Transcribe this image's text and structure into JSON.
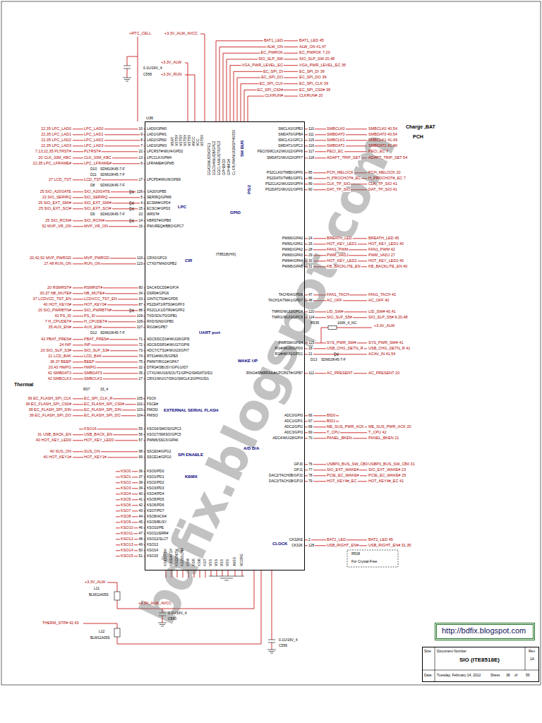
{
  "diagram": {
    "nodes": [
      {
        "text": [
          "U36",
          "IT8518(HX)"
        ]
      },
      {
        "text": [
          "http://bdfix.blogspot.com"
        ]
      },
      {
        "text": [
          "Size",
          "Document Number",
          "SIO (ITE8518E)",
          "Rev",
          "1A",
          "Date:",
          "Tuesday, February 14, 2012",
          "Sheet",
          "38",
          "of",
          "55"
        ]
      }
    ],
    "labels": [
      "+RTC_CELL",
      "+3.3V_ALW_AVCC",
      "+3.3V_ALW",
      "0.1U/16V_4",
      "C558",
      "+3.3V_RUN",
      "BAT1_LED",
      "ALW_ON",
      "EC_PWROK",
      "SIO_SLP_SW",
      "VGA_PWR_LEVEL_EC",
      "EC_SPI_DI",
      "EC_SPI_DO",
      "EC_SPI_CLK",
      "EC_SPI_CS0#",
      "CLKRUN#",
      "BAT1_LED 45",
      "ALW_ON 41,47",
      "EC_PWROK 7,20",
      "SIO_SLP_SW 20,48",
      "VGA_PWR_LEVEL_EC 35",
      "EC_SPI_DI 39",
      "EC_SPI_DO 39",
      "EC_SPI_CLK 39",
      "EC_SPI_CS0# 39",
      "CLKRUN# 20",
      "VBAT",
      "VSTBY",
      "VSTBY",
      "VSTBY",
      "VSTBY",
      "AVCC",
      "VCC",
      "VSTBY",
      "EGAD/WUI25/GPE1",
      "EGCS#/WUI26/GPE2",
      "EGCLK/WUI27/GPE3",
      "GPH3/ID3",
      "GPH4/ID4",
      "CLKRUN#/WUI16/GPH0/ID0",
      "22,35 LPC_LAD0",
      "22,35 LPC_LAD1",
      "22,35 LPC_LAD2",
      "22,35 LPC_LAD3",
      "7,13,22,35 PLTRST#",
      "20 CLK_33M_KBC",
      "22,35 LPC_LFRAME#",
      "27 LCD_TST",
      "25 SIO_A20GATE",
      "22 SIO_SERIRQ",
      "25 SIO_EXT_SMI#",
      "25 SIO_EXT_SCI#",
      "25 SIO_RCIN#",
      "52 MVP_VR_ON",
      "LPC_LAD0",
      "LPC_LAD1",
      "LPC_LAD2",
      "LPC_LAD3",
      "PLTRST#",
      "CLK_33M_KBC",
      "LPC_LFRAME#",
      "LCD_TST",
      "SIO_A20GATE",
      "SIO_SERIRQ",
      "SIO_EXT_SMI#",
      "SIO_EXT_SCI#",
      "SIO_RCIN#",
      "MVP_VR_ON",
      "10",
      "9",
      "8",
      "7",
      "22",
      "13",
      "6",
      "17",
      "126",
      "5",
      "4",
      "15",
      "23",
      "14",
      "16",
      "LAD0/GPM0",
      "LAD1/GPM1",
      "LAD2/GPM2",
      "LAD3/GPM3",
      "LPCRST#/WUI4/GPD2",
      "LPCCLK/GPM4",
      "LFRAME#/GPM5",
      "LPCPD#/WUI6/GPE6",
      "GA20/GPB5",
      "SERIRQ/GPM6",
      "ECSMI#/GPD4",
      "ECSCI#/GPD3",
      "WRST#",
      "KBRST#/GPB6",
      "PWUREQ#/BBO/GPC7",
      "D10",
      "SDM10K45-7-F",
      "D11",
      "SDM10K45-7-F",
      "D8",
      "SDM10K45-7-F",
      "D9",
      "SDM10K45-7-F",
      "20,42,52 MVP_PWRGD",
      "27,48 RUN_ON",
      "MVP_PWRGD",
      "RUN_ON",
      "119",
      "123",
      "CRX0/GPC0",
      "CTX0/TMA0/GPB2",
      "20 RSMRST#",
      "30,37 NB_MUTE#",
      "37 LCDVCC_TST_EN",
      "40 HOT_KEY0#",
      "20 SIO_PWRBTN#",
      "42 PS_ID",
      "7 H_CPUDET#",
      "35 AUX_EN#",
      "42 PBAT_PRES#",
      "24 INP",
      "20 SIO_SLP_S3#",
      "21 LCD_BAK",
      "36,37 BEEP",
      "20,43 HWPG",
      "42 SMBDAT3",
      "42 SMBCLK3",
      "RSMRST#",
      "NB_MUTE#",
      "LCDVCC_TST_EN",
      "HOT_KEY0#",
      "SIO_PWRBTN#",
      "PS_ID",
      "H_CPUDET#",
      "AUX_EN#",
      "PBAT_PRES#",
      "INP",
      "SIO_SLP_S3#",
      "LCD_BAK",
      "BEEP",
      "HWPG",
      "SMBDAT3",
      "SMBCLK3",
      "80",
      "34",
      "33",
      "87",
      "88",
      "109",
      "108",
      "107",
      "71",
      "72",
      "73",
      "74",
      "75",
      "32",
      "35",
      "27",
      "DAC4/DCD0#/GPJ4",
      "DSR0#/GPG6",
      "GINT/CTS0#/GPD5",
      "PS2DAT1/RTS0#/GPF3",
      "PS2CLK1/DTR0#/GPF2",
      "TXD/SOUT0/GPB1",
      "RXD/SIN0/GPB0",
      "RIG0#/GPB7",
      "ADC5/DCD1#/WUI26/GPI5",
      "ADC6/DSR1#/WUI27/GPI6",
      "ADC7/CTS1#/WUI23/GPI7",
      "RTS1#/WUI5/GPE5",
      "PWM7/RIG1#/GPA7",
      "DTR1#/SBUSY/GPG1/ID7",
      "CTX1/WUI16/SOUT1/GPH2/SMDAT3/ID2",
      "CRX1/WUI17/SIN1/SMCLK3/GPH1/ID1",
      "D12",
      "SDM10K45-7-F",
      "Thermal",
      "R37",
      "33_4",
      "39 EC_FLASH_SPI_CLK",
      "39 EC_FLASH_SPI_CS0#",
      "39 EC_FLASH_SPI_DIN",
      "39 EC_FLASH_SPI_DO",
      "EC_SPI_CLK_R",
      "EC_FLASH_SPI_CS0#",
      "EC_FLASH_SPI_DIN",
      "EC_FLASH_SPI_DO",
      "105",
      "102",
      "103",
      "104",
      "FSCK",
      "FSCE#",
      "FMOSI",
      "FMISO",
      "31 USB_BACK_EN",
      "40 HOT_KEY_LED0",
      "KSO16",
      "USB_BACK_EN",
      "HOT_KEY_LED0",
      "55",
      "56",
      "57",
      "KSO16/SMOSI/GPC3",
      "KSO17/SMISO/GPC5",
      "PWM6/SSCK/GPA6",
      "40 SUS_ON",
      "40 HOT_KEY1#",
      "SUS_ON",
      "HOT_KEY1#",
      "98",
      "99",
      "SSCE0#/GPG2",
      "SSCE1#/GPG0",
      "KSO0",
      "KSO1",
      "KSO2",
      "KSO3",
      "KSO4",
      "KSO5",
      "KSO6",
      "KSO7",
      "KSO8",
      "KSO9",
      "KSO10",
      "KSO11",
      "KSO12",
      "KSO13",
      "KSO14",
      "KSO15",
      "36",
      "37",
      "38",
      "39",
      "40",
      "41",
      "42",
      "43",
      "44",
      "45",
      "46",
      "47",
      "48",
      "49",
      "50",
      "51",
      "KSO0/PD0",
      "KSO1/PD1",
      "KSO2/PD2",
      "KSO3/PD3",
      "KSO4/PD4",
      "KSO5/PD5",
      "KSO6/PD6",
      "KSO7/PD7",
      "KSO8/ACK#",
      "KSO9/BUSY",
      "KSO10/PE",
      "KSO11/ERR#",
      "KSO12/SLCT",
      "KSO13",
      "KSO14",
      "KSO15",
      "KSI0/STB#",
      "KSI1/AFD#",
      "KSI2/INIT#",
      "KSI3/SLIN#",
      "KSI4",
      "KSI5",
      "KSI6",
      "KSI7",
      "VSS",
      "VSS",
      "VSS",
      "VSS",
      "AVSS",
      "VCORE",
      "+3.3V_ALW",
      "L11",
      "BLM11A05S",
      "+3.3V_ALW_AVCC",
      "0.1U/16V_4",
      "C560",
      "THERM_STP# 42,43",
      "L12",
      "BLM11A05S",
      "0.1U/16V_4",
      "C556",
      "SMCLK0/GPB3",
      "SMDAT0/GPB4",
      "SMCLK1/GPC1",
      "SMDAT1/GPC2",
      "PECI/SMCLK2/WUI22/GPF6",
      "SMDAT2/WUI23/GPF7",
      "110",
      "111",
      "115",
      "116",
      "117",
      "118",
      "SMBCLK0",
      "SMBDAT0",
      "SMBCLK1",
      "SMBDAT1",
      "PECI_EC",
      "ADAPT_TRIP_SET",
      "SMBCLK0 40,54",
      "SMBDAT0 40,54",
      "SMBCLK1 41,49",
      "SMBDAT1 41,49",
      "PECI_EC 7",
      "ADAPT_TRIP_SET 54",
      "Charge ,BAT",
      "PCH",
      "PS2CLK0/TMB0/GPF0",
      "PS2DAT0/TMB1/GPF1",
      "PS2CLK2/WUI20/GPF4",
      "PS2DAT2/WUI21/GPF5",
      "85",
      "86",
      "89",
      "90",
      "PCH_MELOCK",
      "H_PROCHOT#_EC",
      "CLK_TP_SIO",
      "DAT_TP_SIO",
      "PCH_MELOCK 20",
      "H_PROCHOT#_EC 7",
      "CLK_TP_SIO 41",
      "DAT_TP_SIO 41",
      "PWM0/GPA0",
      "PWM1/GPA1",
      "PWM2/GPA2",
      "PWM3/GPA3",
      "PWM4/GPA4",
      "PWM5/GPA5",
      "24",
      "25",
      "28",
      "29",
      "30",
      "31",
      "BREATH_LED",
      "HOT_KEY_LED1",
      "FAN1_PWM",
      "PWM_VADJ",
      "HOT_KEY_LED2",
      "KB_BACKLITE_EN",
      "BREATH_LED 45",
      "HOT_KEY_LED1 40",
      "FAN1_PWM 42",
      "PWM_VADJ 27",
      "HOT_KEY_LED2 40",
      "KB_BACKLITE_EN 40",
      "TACH0A/GPD6",
      "TACH1A/TMA1/GPD7",
      "47",
      "48",
      "FAN1_TACH",
      "AC_OFF",
      "FAN1_TACH 42",
      "AC_OFF 40",
      "TMRI0/WUI2/GPC4",
      "TMRI1/WUI3/GPC6",
      "120",
      "124",
      "LID_SW#",
      "SIO_SLP_S5#",
      "LID_SW# 40,41",
      "SIO_SLP_S5# 9,20,48",
      "R535",
      "100K_4_NC",
      "+3.3V_ALW",
      "PWRSW/GPE4",
      "RI1#/WUI0/GPD0",
      "RI2#/WUI1/GPD1",
      "125",
      "18",
      "21",
      "SYS_PWR_SW#",
      "USB_CHG_DETN_R",
      "SYS_PWR_SW# 41",
      "USB_CHG_DETN_R 41",
      "ACAV_IN 41,54",
      "D13",
      "SDM10K45-7-F",
      "RING#/PWRFAIL#/LPCRST#/GPB7",
      "112",
      "AC_PRESENT",
      "AC_PRESENT 20",
      "ADC0/GPI0",
      "ADC1/GPI1",
      "ADC2/GPI2",
      "ADC3/GPI3",
      "ADC4/WUI28/GPI4",
      "66",
      "67",
      "68",
      "69",
      "70",
      "BID0",
      "BID1",
      "ME_SUS_PWR_ACK",
      "T_CPU",
      "PANEL_BKEN",
      "ME_SUS_PWR_ACK 20",
      "T_CPU 42",
      "PANEL_BKEN 21",
      "GPJ0",
      "GPJ1",
      "DAC2/TACH0B/GPJ2",
      "DAC3/TACH1B/GPJ3",
      "76",
      "77",
      "78",
      "79",
      "USBP0_BUS_SW_CB0",
      "SIO_EXT_WAKE#",
      "PCIE_EC_WAKE#",
      "HOT_KEY4#_EC",
      "USBP0_BUS_SW_CB0 31",
      "SIO_EXT_WAKE# 23",
      "PCIE_EC_WAKE# 25",
      "HOT_KEY4#_EC 41",
      "CK32KE",
      "CK32K",
      "2",
      "128",
      "BAT2_LED",
      "USB_RIGHT_EN#",
      "BAT2_LED 45",
      "USB_RIGHT_EN# 31,35",
      "R508",
      "For Crystal-Free",
      "LPC",
      "CIR",
      "UART port",
      "EXTERNAL SERIAL FLASH",
      "SPI ENABLE",
      "KBMX",
      "GPIO",
      "WAKE UP",
      "A/D D/A",
      "CLOCK",
      "SM BUS",
      "PS/2",
      "bdfix.blogspot.com"
    ]
  }
}
